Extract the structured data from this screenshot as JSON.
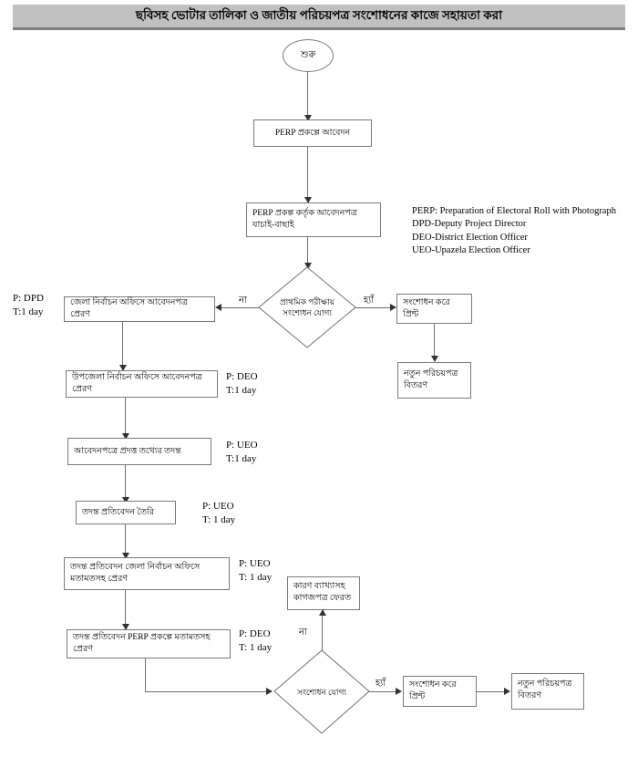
{
  "page": {
    "title": "ছবিসহ ভোটার তালিকা ও জাতীয় পরিচয়পত্র সংশোধনের কাজে সহায়তা করা",
    "banner_bg": "#c0c0c0",
    "line_color": "#6f6f6f"
  },
  "legend": {
    "lines": [
      "PERP: Preparation of Electoral Roll with Photograph",
      "DPD-Deputy Project Director",
      "DEO-District Election Officer",
      "UEO-Upazela Election Officer"
    ],
    "text": "PERP: Preparation of Electoral Roll with Photograph\nDPD-Deputy Project Director\nDEO-District Election Officer\nUEO-Upazela Election Officer"
  },
  "nodes": {
    "start": {
      "label": "শুরু"
    },
    "apply": {
      "label": "PERP প্রকল্পে আবেদন"
    },
    "verify": {
      "label": "PERP প্রকল্প কর্তৃক আবেদনপত্র যাচাই-বাছাই"
    },
    "decision_primary": {
      "label": "প্রাথমিক পরীক্ষায়\nসংশোধন যোগ্য",
      "line1": "প্রাথমিক পরীক্ষায়",
      "line2": "সংশোধন যোগ্য"
    },
    "send_district": {
      "label": "জেলা নির্বাচন অফিসে আবেদনপত্র প্রেরণ"
    },
    "send_upazila": {
      "label": "উপজেলা নির্বাচন অফিসে আবেদনপত্র প্রেরণ"
    },
    "investigate": {
      "label": "আবেদনপত্রে প্রদত্ত তথ্যের তদন্ত"
    },
    "report_make": {
      "label": "তদন্ত প্রতিবেদন তৈরি"
    },
    "report_to_district": {
      "label": "তদন্ত প্রতিবেদন জেলা নির্বাচন অফিসে মতামতসহ প্রেরণ"
    },
    "report_to_perp": {
      "label": "তদন্ত প্রতিবেদন PERP প্রকল্পে মতামতসহ প্রেরণ"
    },
    "correct_print_top": {
      "label": "সংশোধন করে প্রিন্ট"
    },
    "new_card_top": {
      "label": "নতুন পরিচয়পত্র\nবিতরণ",
      "line1": "নতুন পরিচয়পত্র",
      "line2": "বিতরণ"
    },
    "return_docs": {
      "label": "কারণ ব্যাখ্যাসহ\nকাগজপত্র ফেরত",
      "line1": "কারণ ব্যাখ্যাসহ",
      "line2": "কাগজপত্র ফেরত"
    },
    "decision_final": {
      "label": "সংশোধন যোগ্য"
    },
    "correct_print_bottom": {
      "label": "সংশোধন করে প্রিন্ট"
    },
    "new_card_bottom": {
      "label": "নতুন পরিচয়পত্র\nবিতরণ",
      "line1": "নতুন পরিচয়পত্র",
      "line2": "বিতরণ"
    }
  },
  "edge_labels": {
    "primary_no": "না",
    "primary_yes": "হ্যাঁ",
    "final_no": "না",
    "final_yes": "হ্যাঁ"
  },
  "annotations": {
    "dpd": {
      "person": "P: DPD",
      "time": "T:1 day",
      "text": "P: DPD\nT:1 day"
    },
    "deo_upazila": {
      "person": "P: DEO",
      "time": "T:1 day",
      "text": "P: DEO\nT:1 day"
    },
    "ueo_investigate": {
      "person": "P: UEO",
      "time": "T:1 day",
      "text": "P: UEO\nT:1 day"
    },
    "ueo_report": {
      "person": "P: UEO",
      "time": "T: 1 day",
      "text": "P: UEO\nT: 1 day"
    },
    "ueo_send": {
      "person": "P: UEO",
      "time": "T: 1 day",
      "text": "P: UEO\nT: 1 day"
    },
    "deo_perp": {
      "person": "P: DEO",
      "time": "T: 1 day",
      "text": "P: DEO\nT: 1 day"
    }
  }
}
